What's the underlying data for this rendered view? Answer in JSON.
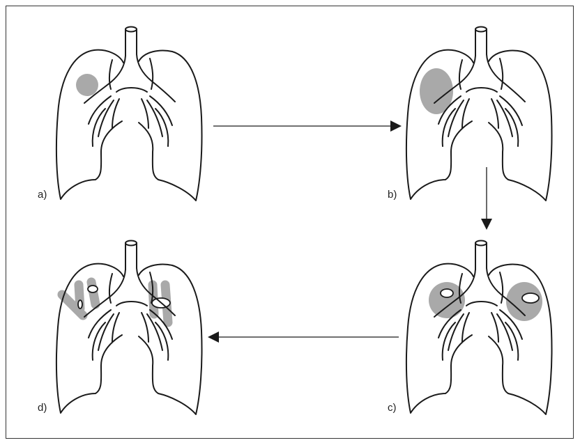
{
  "panels": [
    {
      "id": "a",
      "label": "a)"
    },
    {
      "id": "b",
      "label": "b)"
    },
    {
      "id": "c",
      "label": "c)"
    },
    {
      "id": "d",
      "label": "d)"
    }
  ],
  "colors": {
    "lesion": "#a9a9a9",
    "outline": "#1a1a1a",
    "cavity": "#ffffff"
  }
}
